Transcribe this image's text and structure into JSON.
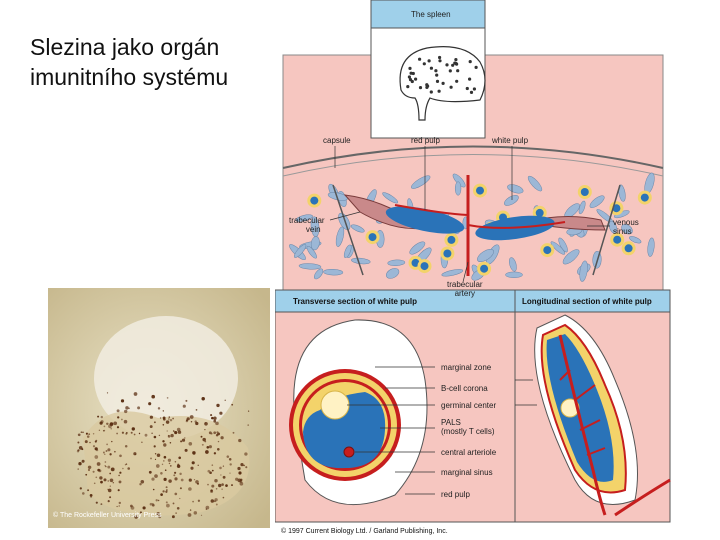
{
  "slide": {
    "title_line1": "Slezina jako orgán",
    "title_line2": "imunitního systému"
  },
  "micrograph": {
    "credit": "© The Rockefeller University Press"
  },
  "figure": {
    "top_title": "The spleen",
    "labels": {
      "capsule": "capsule",
      "red_pulp": "red pulp",
      "white_pulp": "white pulp",
      "trabecular_vein_1": "trabecular",
      "trabecular_vein_2": "vein",
      "venous_sinus_1": "venous",
      "venous_sinus_2": "sinus",
      "trabecular_artery_1": "trabecular",
      "trabecular_artery_2": "artery"
    },
    "transverse_title": "Transverse section of white pulp",
    "longitudinal_title": "Longitudinal section of white pulp",
    "legend": {
      "marginal_zone": "marginal zone",
      "bcell_corona": "B-cell corona",
      "germinal_center": "germinal center",
      "pals_1": "PALS",
      "pals_2": "(mostly T cells)",
      "central_arteriole": "central arteriole",
      "marginal_sinus": "marginal sinus",
      "red_pulp": "red pulp"
    },
    "copyright": "© 1997 Current Biology Ltd. / Garland Publishing, Inc."
  },
  "colors": {
    "pink_panel": "#f6c6c0",
    "blue_pals": "#2a73b8",
    "yellow_corona": "#f3d36a",
    "red_artery": "#c61e1e",
    "cream_germinal": "#fff2c4"
  }
}
